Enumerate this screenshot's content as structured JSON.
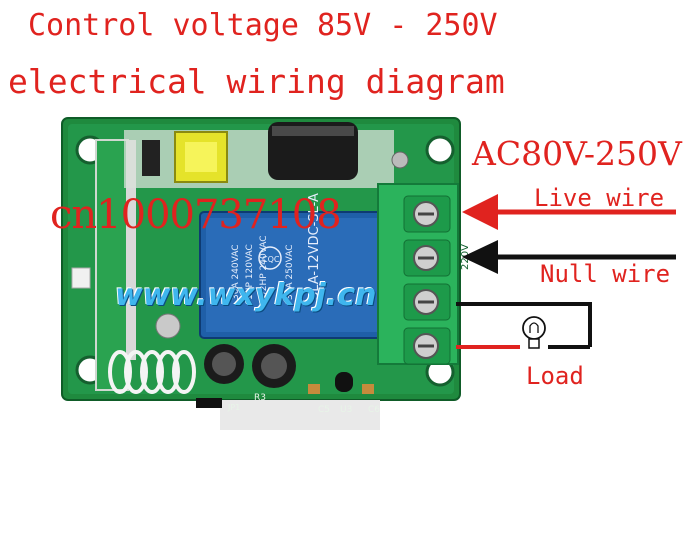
{
  "title": {
    "line1": "Control voltage 85V - 250V",
    "line2": "electrical wiring diagram"
  },
  "labels": {
    "voltage": "AC80V-250V",
    "live": "Live wire",
    "null": "Null wire",
    "load": "Load"
  },
  "watermarks": {
    "code": "cn1000737108",
    "site": "www.wxykpj.cn"
  },
  "relay_text": {
    "brand": "SLA-12VDC-SL-A",
    "rating1": "30A 250VAC",
    "rating2": "30A 240VAC",
    "rating3": "1HP 120VAC",
    "rating4": "1/2HP 240VAC",
    "cqc": "CQC"
  },
  "board_text": {
    "terminal_mark": "220V",
    "r3": "R3",
    "c5": "C5",
    "u3": "U3",
    "c6": "C6",
    "jp1": "JP1"
  },
  "colors": {
    "pcb": "#1f8a3e",
    "terminal": "#2bb35c",
    "relay": "#1f5fa8",
    "red": "#e0231f",
    "black": "#111111"
  }
}
